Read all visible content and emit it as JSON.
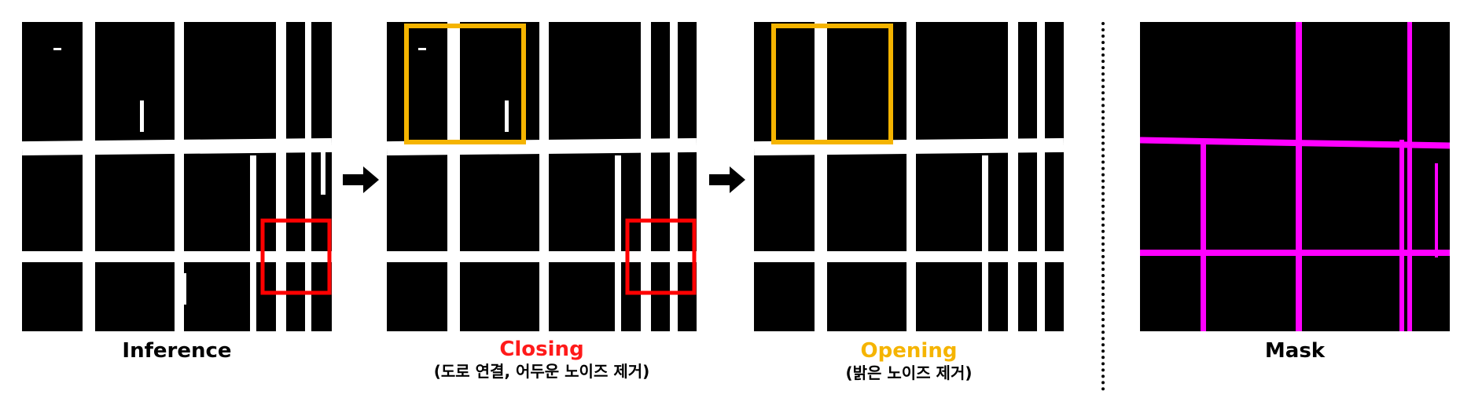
{
  "panels": {
    "inference": {
      "title": "Inference",
      "subtitle": ""
    },
    "closing": {
      "title": "Closing",
      "subtitle": "(도로 연결, 어두운 노이즈 제거)"
    },
    "opening": {
      "title": "Opening",
      "subtitle": "(밝은 노이즈 제거)"
    },
    "mask": {
      "title": "Mask",
      "subtitle": ""
    }
  },
  "colors": {
    "closing_title": "#ff1a1a",
    "opening_title": "#f5b400",
    "red_highlight": "#ff0000",
    "yellow_highlight": "#f5b400",
    "mask_road": "#ff00ff",
    "road": "#ffffff",
    "background": "#000000"
  },
  "icons": {
    "arrow_1": "right-arrow-icon",
    "arrow_2": "right-arrow-icon"
  }
}
